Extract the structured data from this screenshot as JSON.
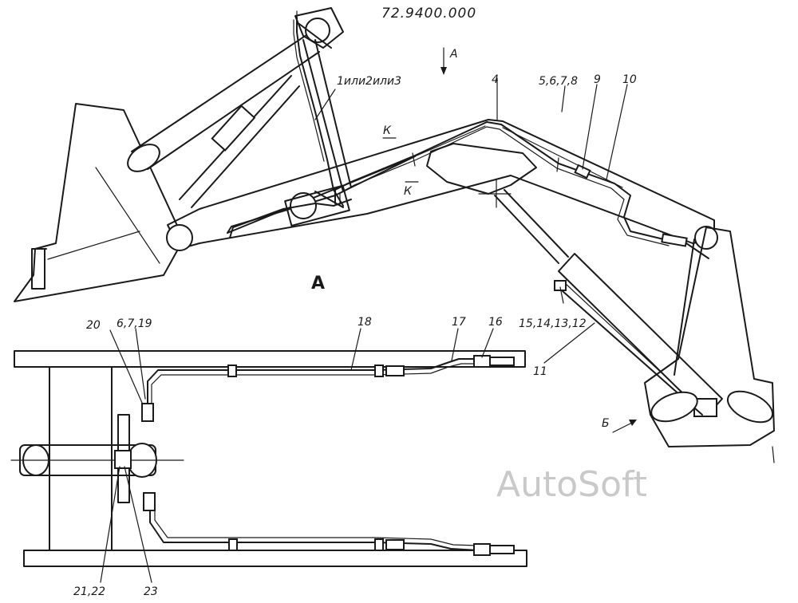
{
  "drawing_number": "72.9400.000",
  "view_marker": "А",
  "view_title": "А",
  "section_marks": [
    "К",
    "К"
  ],
  "arrow_mark": "Б",
  "callouts": {
    "c_1_2_3": "1или2или3",
    "c_4": "4",
    "c_5_8": "5,6,7,8",
    "c_9": "9",
    "c_10": "10",
    "c_11": "11",
    "c_12_16": "15,14,13,12",
    "c_16": "16",
    "c_17": "17",
    "c_18": "18",
    "c_19": "6,7,19",
    "c_20": "20",
    "c_21_22": "21,22",
    "c_23": "23"
  },
  "watermark": "AutoSoft"
}
